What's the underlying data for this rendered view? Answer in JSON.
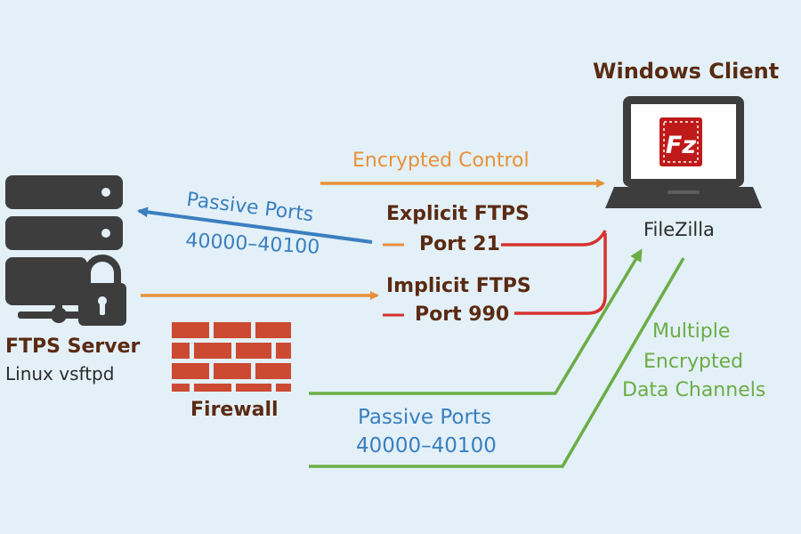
{
  "diagram": {
    "client": {
      "title": "Windows Client",
      "app_name": "FileZilla",
      "logo_text": "Fz"
    },
    "server": {
      "title": "FTPS Server",
      "subtitle": "Linux vsftpd"
    },
    "firewall": {
      "label": "Firewall"
    },
    "connections": {
      "encrypted_control": "Encrypted Control",
      "passive_upper": {
        "label": "Passive Ports",
        "range": "40000–40100"
      },
      "explicit": {
        "label": "Explicit FTPS",
        "port": "Port 21"
      },
      "implicit": {
        "label": "Implicit FTPS",
        "port": "Port 990"
      },
      "passive_lower": {
        "label": "Passive Ports",
        "range": "40000–40100"
      },
      "data_channels": {
        "line1": "Multiple",
        "line2": "Encrypted",
        "line3": "Data Channels"
      }
    },
    "colors": {
      "orange": "#e8913a",
      "blue": "#3a7fbf",
      "red": "#d6322d",
      "green": "#6aad45",
      "brown": "#5a2a12",
      "server": "#3d3d3d",
      "brick": "#cc4a32",
      "background": "#e3f0f8"
    },
    "icons": [
      "server-icon",
      "lock-icon",
      "laptop-icon",
      "filezilla-logo-icon",
      "brick-wall-icon"
    ]
  }
}
